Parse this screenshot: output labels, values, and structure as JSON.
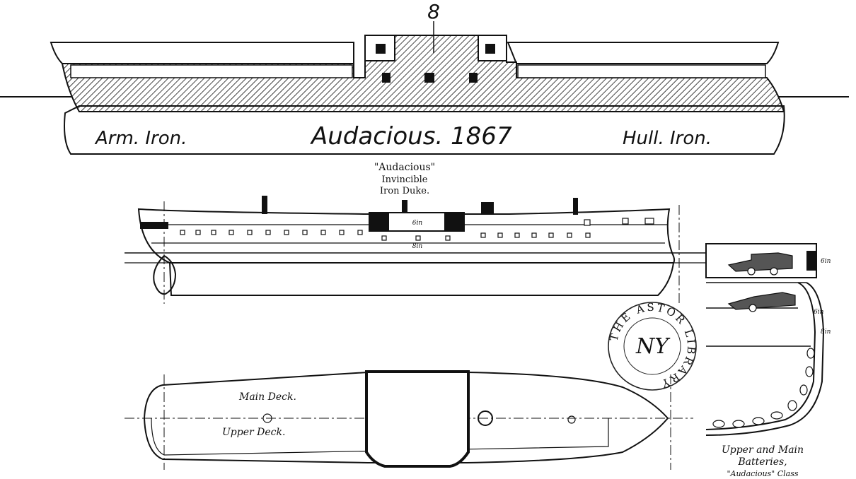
{
  "top_section": {
    "marker": "8",
    "left_label": "Arm. Iron.",
    "title": "Audacious. 1867",
    "right_label": "Hull. Iron."
  },
  "profile_caption": {
    "line1": "\"Audacious\"",
    "line2": "Invincible",
    "line3": "Iron Duke."
  },
  "profile": {
    "upper_gun_label": "6in",
    "lower_gun_label": "8in"
  },
  "plan": {
    "main_deck_label": "Main Deck.",
    "upper_deck_label": "Upper Deck."
  },
  "section": {
    "label_upper": "6in",
    "label_mid": "6in",
    "label_low": "8in",
    "caption_line1": "Upper and Main",
    "caption_line2": "Batteries,",
    "caption_line3": "\"Audacious\" Class"
  },
  "stamp": {
    "ring_text": "THE ASTOR LIBRARY",
    "monogram": "NY"
  }
}
